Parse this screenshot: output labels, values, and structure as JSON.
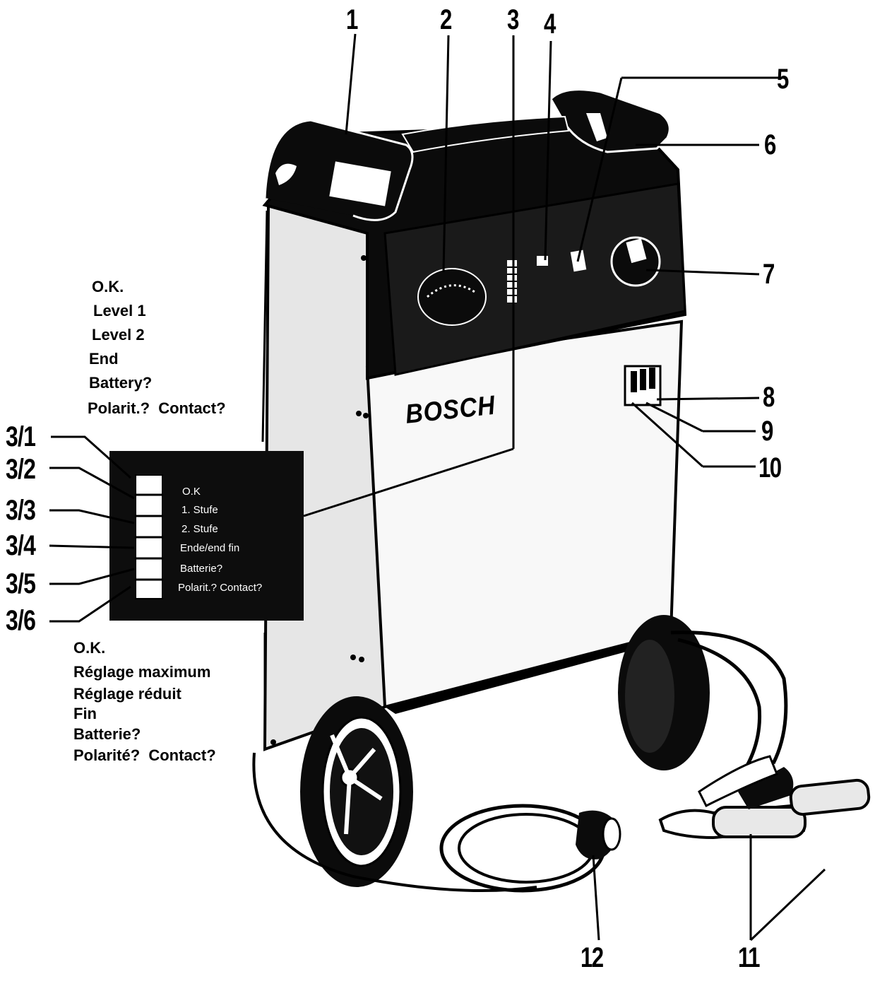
{
  "brand": "BOSCH",
  "callouts": [
    "1",
    "2",
    "3",
    "4",
    "5",
    "6",
    "7",
    "8",
    "9",
    "10",
    "11",
    "12"
  ],
  "panel_callouts": [
    "3/1",
    "3/2",
    "3/3",
    "3/4",
    "3/5",
    "3/6"
  ],
  "panel_labels": [
    "O.K",
    "1. Stufe",
    "2. Stufe",
    "Ende/end fin",
    "Batterie?",
    "Polarit.? Contact?"
  ],
  "english_labels": [
    "O.K.",
    "Level 1",
    "Level 2",
    "End",
    "Battery?",
    "Polarit.?  Contact?"
  ],
  "french_labels": [
    "O.K.",
    "Réglage maximum",
    "Réglage réduit",
    "Fin",
    "Batterie?",
    "Polarité?  Contact?"
  ],
  "colors": {
    "ink": "#000000",
    "paper": "#ffffff",
    "panel": "#0d0d0d"
  }
}
